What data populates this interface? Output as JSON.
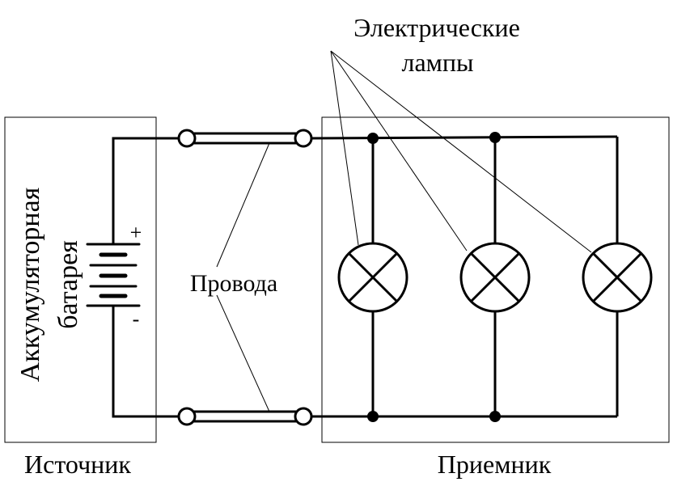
{
  "labels": {
    "lamps_line1": "Электрические",
    "lamps_line2": "лампы",
    "wires": "Провода",
    "battery_line1": "Аккумуляторная",
    "battery_line2": "батарея",
    "plus": "+",
    "minus": "-",
    "source": "Источник",
    "receiver": "Приемник"
  },
  "colors": {
    "line": "#000000",
    "background": "#ffffff"
  }
}
